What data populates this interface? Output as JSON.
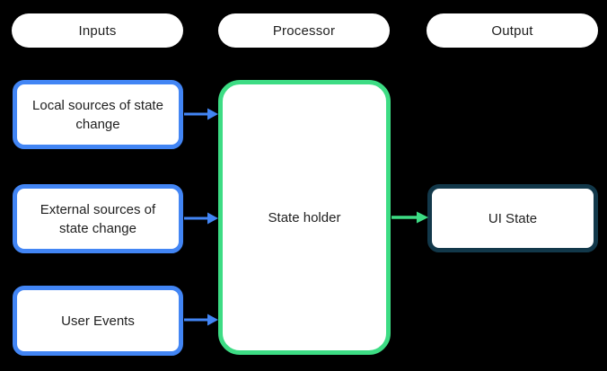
{
  "diagram": {
    "column_headers": [
      {
        "id": "inputs",
        "label": "Inputs"
      },
      {
        "id": "processor",
        "label": "Processor"
      },
      {
        "id": "output",
        "label": "Output"
      }
    ],
    "input_boxes": [
      {
        "label": "Local sources of state change"
      },
      {
        "label": "External sources of state change"
      },
      {
        "label": "User Events"
      }
    ],
    "processor_box": {
      "label": "State holder"
    },
    "output_box": {
      "label": "UI State"
    },
    "arrows": [
      {
        "from": "Local sources of state change",
        "to": "State holder",
        "color": "blue",
        "direction": "right"
      },
      {
        "from": "External sources of state change",
        "to": "State holder",
        "color": "blue",
        "direction": "right"
      },
      {
        "from": "User Events",
        "to": "State holder",
        "color": "blue",
        "direction": "right"
      },
      {
        "from": "State holder",
        "to": "UI State",
        "color": "green",
        "direction": "right"
      }
    ],
    "colors": {
      "background": "#000000",
      "box_fill": "#ffffff",
      "text": "#1f1f1f",
      "input_border": "#4285f4",
      "processor_border": "#3ddc84",
      "output_border": "#12384a",
      "arrow_blue": "#4285f4",
      "arrow_green": "#3ddc84"
    }
  }
}
